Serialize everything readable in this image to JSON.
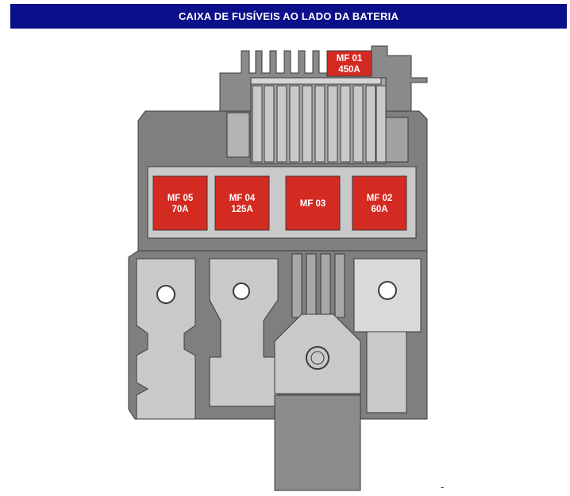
{
  "title": "CAIXA DE FUSÍVEIS AO LADO DA BATERIA",
  "colors": {
    "header_bg": "#0b0f8a",
    "header_text": "#ffffff",
    "fuse": "#d32a22",
    "housing": "#7f7f7f",
    "housing_light": "#c9c9c9"
  },
  "fuses": [
    {
      "id": "MF 01",
      "rating": "450A"
    },
    {
      "id": "MF 05",
      "rating": "70A"
    },
    {
      "id": "MF 04",
      "rating": "125A"
    },
    {
      "id": "MF 03",
      "rating": ""
    },
    {
      "id": "MF 02",
      "rating": "60A"
    }
  ],
  "footer_mark": "-"
}
